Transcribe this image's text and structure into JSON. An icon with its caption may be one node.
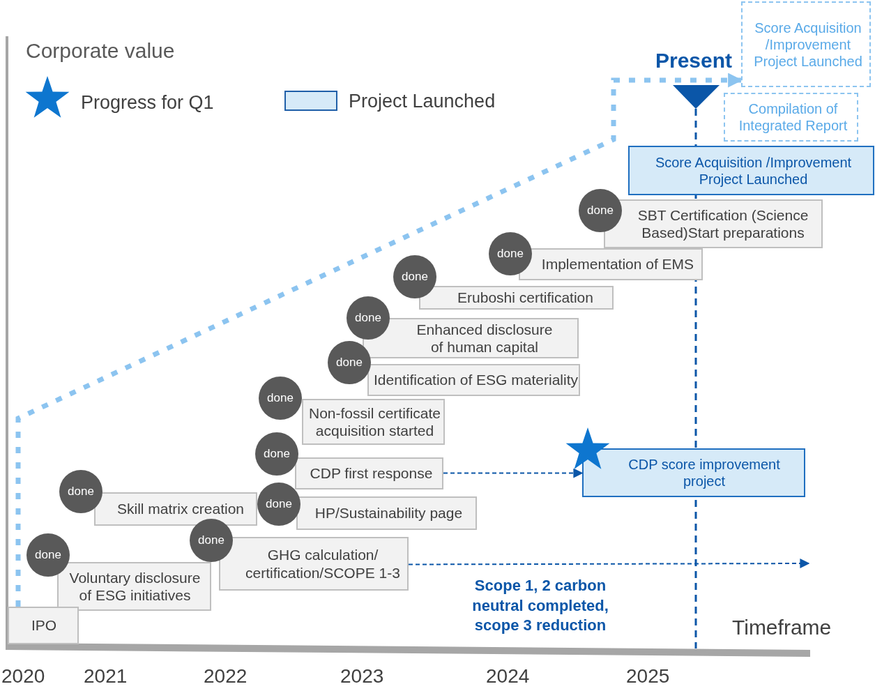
{
  "diagram": {
    "nodes": [
      {
        "text": [
          "Score Acquisition /Improvement Project Launched"
        ]
      },
      {
        "text": [
          "Compilation of Integrated Report"
        ]
      },
      {
        "text": [
          "Score Acquisition /Improvement Project Launched"
        ]
      },
      {
        "text": [
          "done"
        ]
      },
      {
        "text": [
          "SBT Certification (Science Based)Start preparations"
        ]
      },
      {
        "text": [
          "done"
        ]
      },
      {
        "text": [
          "Implementation of EMS"
        ]
      },
      {
        "text": [
          "done"
        ]
      },
      {
        "text": [
          "Eruboshi certification"
        ]
      },
      {
        "text": [
          "done"
        ]
      },
      {
        "text": [
          "Enhanced disclosure of human capital"
        ]
      },
      {
        "text": [
          "done"
        ]
      },
      {
        "text": [
          "Identification of ESG materiality"
        ]
      },
      {
        "text": [
          "done"
        ]
      },
      {
        "text": [
          "Non-fossil certificate acquisition started"
        ]
      },
      {
        "text": [
          "done"
        ]
      },
      {
        "text": [
          "CDP first response"
        ]
      },
      {
        "text": [
          "CDP score improvement project"
        ]
      },
      {
        "text": [
          "done"
        ]
      },
      {
        "text": [
          "Skill matrix creation"
        ]
      },
      {
        "text": [
          "done"
        ]
      },
      {
        "text": [
          "HP/Sustainability page"
        ]
      },
      {
        "text": [
          "done"
        ]
      },
      {
        "text": [
          "GHG calculation/ certification/SCOPE 1-3"
        ]
      },
      {
        "text": [
          "done"
        ]
      },
      {
        "text": [
          "Voluntary disclosure of ESG initiatives"
        ]
      },
      {
        "text": [
          "IPO"
        ]
      }
    ],
    "edges": [
      {
        "from": 16,
        "to": 17,
        "arrow": "to",
        "style": "dashed"
      },
      {
        "from": 23,
        "to": null,
        "arrow": "to",
        "style": "dashed"
      },
      {
        "from": 26,
        "to": 0,
        "arrow": "to",
        "style": "dashed",
        "color": "#8cc4f0"
      }
    ],
    "labels": [
      "Corporate value",
      "Present",
      "Scope 1, 2 carbon neutral completed, scope 3 reduction",
      "Timeframe",
      "2020",
      "2021",
      "2022",
      "2023",
      "2024",
      "2025"
    ],
    "legend": [
      {
        "text": "Progress for Q1"
      },
      {
        "text": "Project Launched",
        "color": "#d6eaf8"
      }
    ]
  }
}
